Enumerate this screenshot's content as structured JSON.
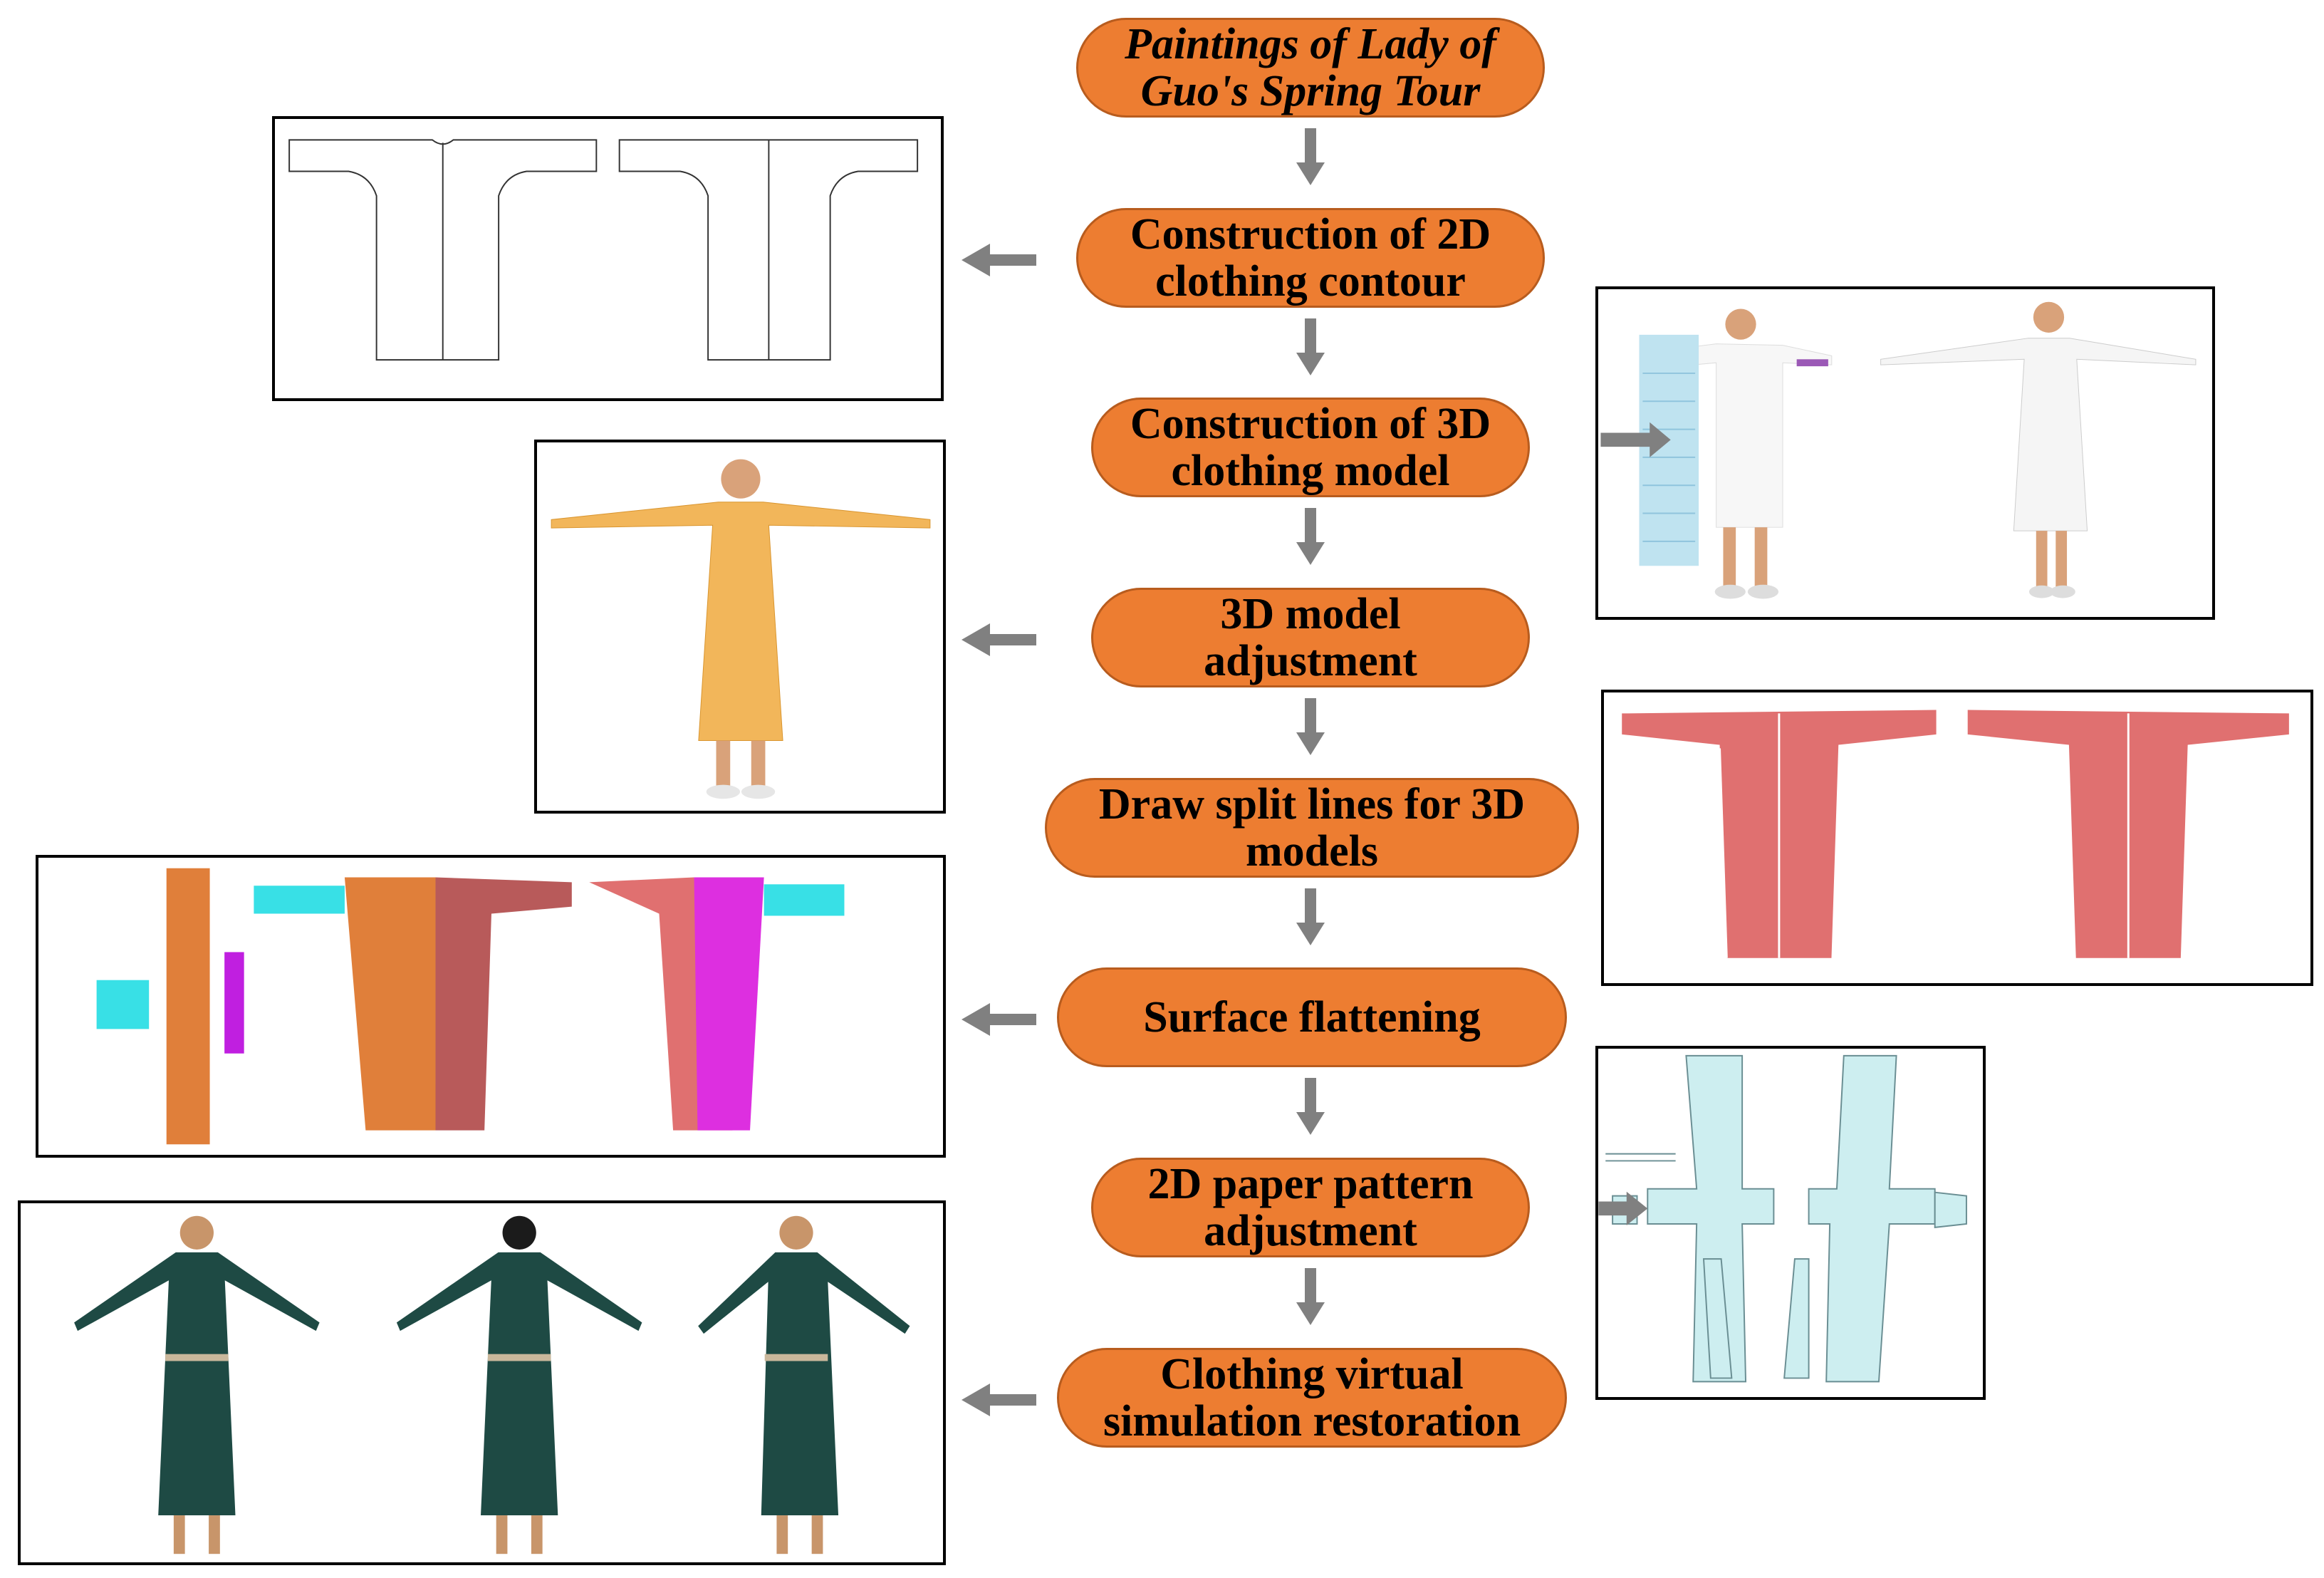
{
  "steps": [
    "Paintings of Lady of Guo's Spring Tour",
    "Construction of 2D clothing contour",
    "Construction of 3D clothing model",
    "3D model adjustment",
    "Draw split lines for 3D models",
    "Surface flattening",
    "2D paper pattern adjustment",
    "Clothing virtual simulation restoration"
  ],
  "colors": {
    "step_fill": "#ed7d31",
    "arrow": "#808080",
    "model_3d": "#f2b65a",
    "split_model": "#e07070",
    "pattern_fill": "#cdeef0",
    "restoration_robe": "#1e4a44"
  },
  "panels": {
    "contour_2d": "2D clothing contour front and back outlines",
    "model_3d_build": "3D clothing model being assembled on avatar",
    "model_3d_adjusted": "Adjusted 3D robe on avatar",
    "split_lines": "3D robe with split lines",
    "flattening": "Flattened surface pieces",
    "paper_pattern": "2D paper pattern pieces",
    "restoration": "Restored garment on avatar, three views"
  }
}
